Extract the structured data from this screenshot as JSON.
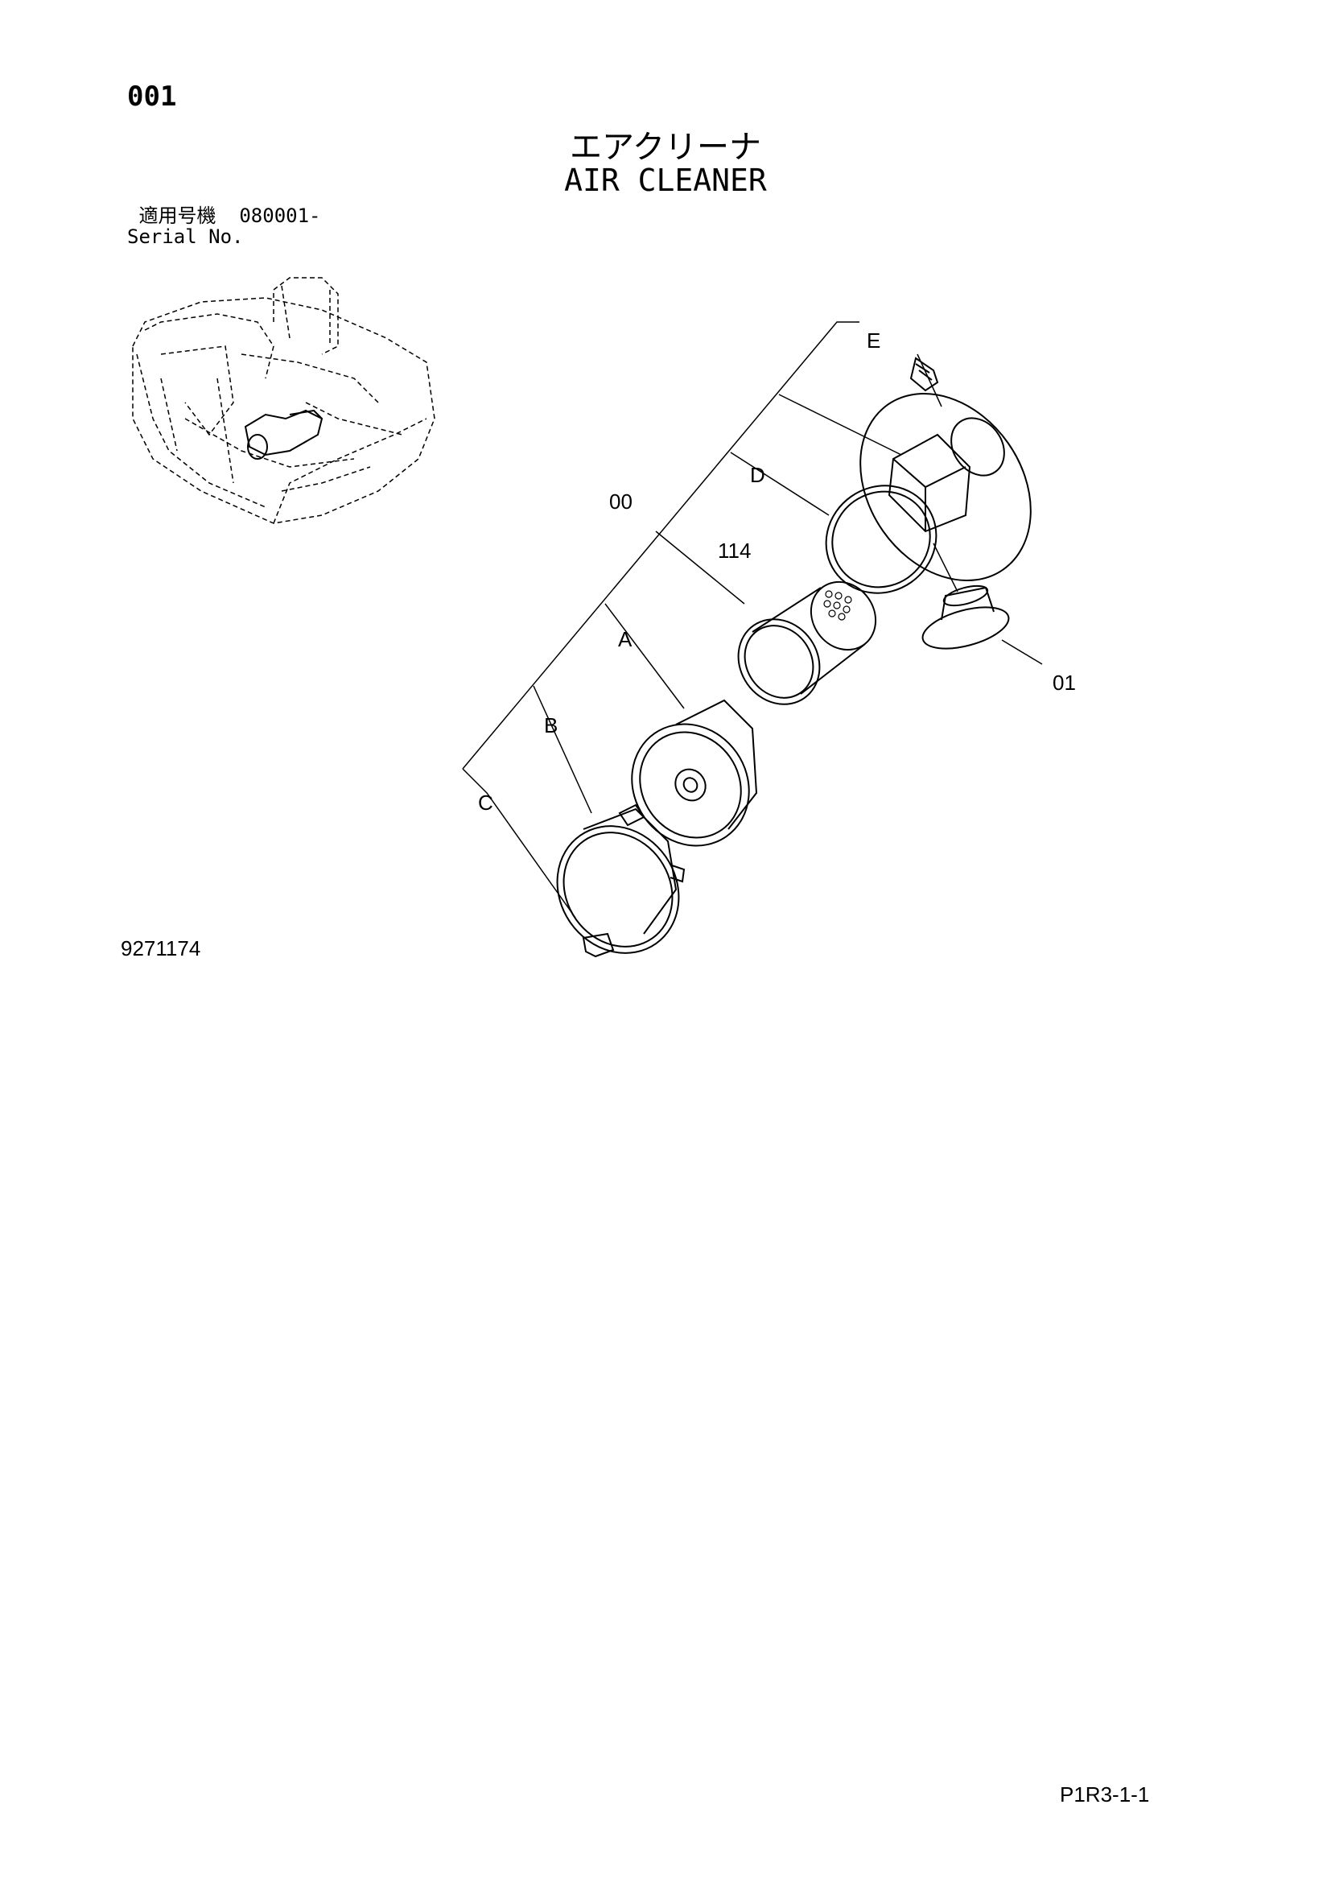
{
  "header": {
    "page_number": "001",
    "title_jp": "エアクリーナ",
    "title_en": "AIR CLEANER"
  },
  "serial": {
    "label_jp": "適用号機",
    "range": "080001-",
    "label_en": "Serial No."
  },
  "callouts": {
    "E": "E",
    "D": "D",
    "part_00": "00",
    "part_114": "114",
    "A": "A",
    "B": "B",
    "C": "C",
    "part_01": "01"
  },
  "footer": {
    "drawing_number": "9271174",
    "page_ref": "P1R3-1-1"
  }
}
